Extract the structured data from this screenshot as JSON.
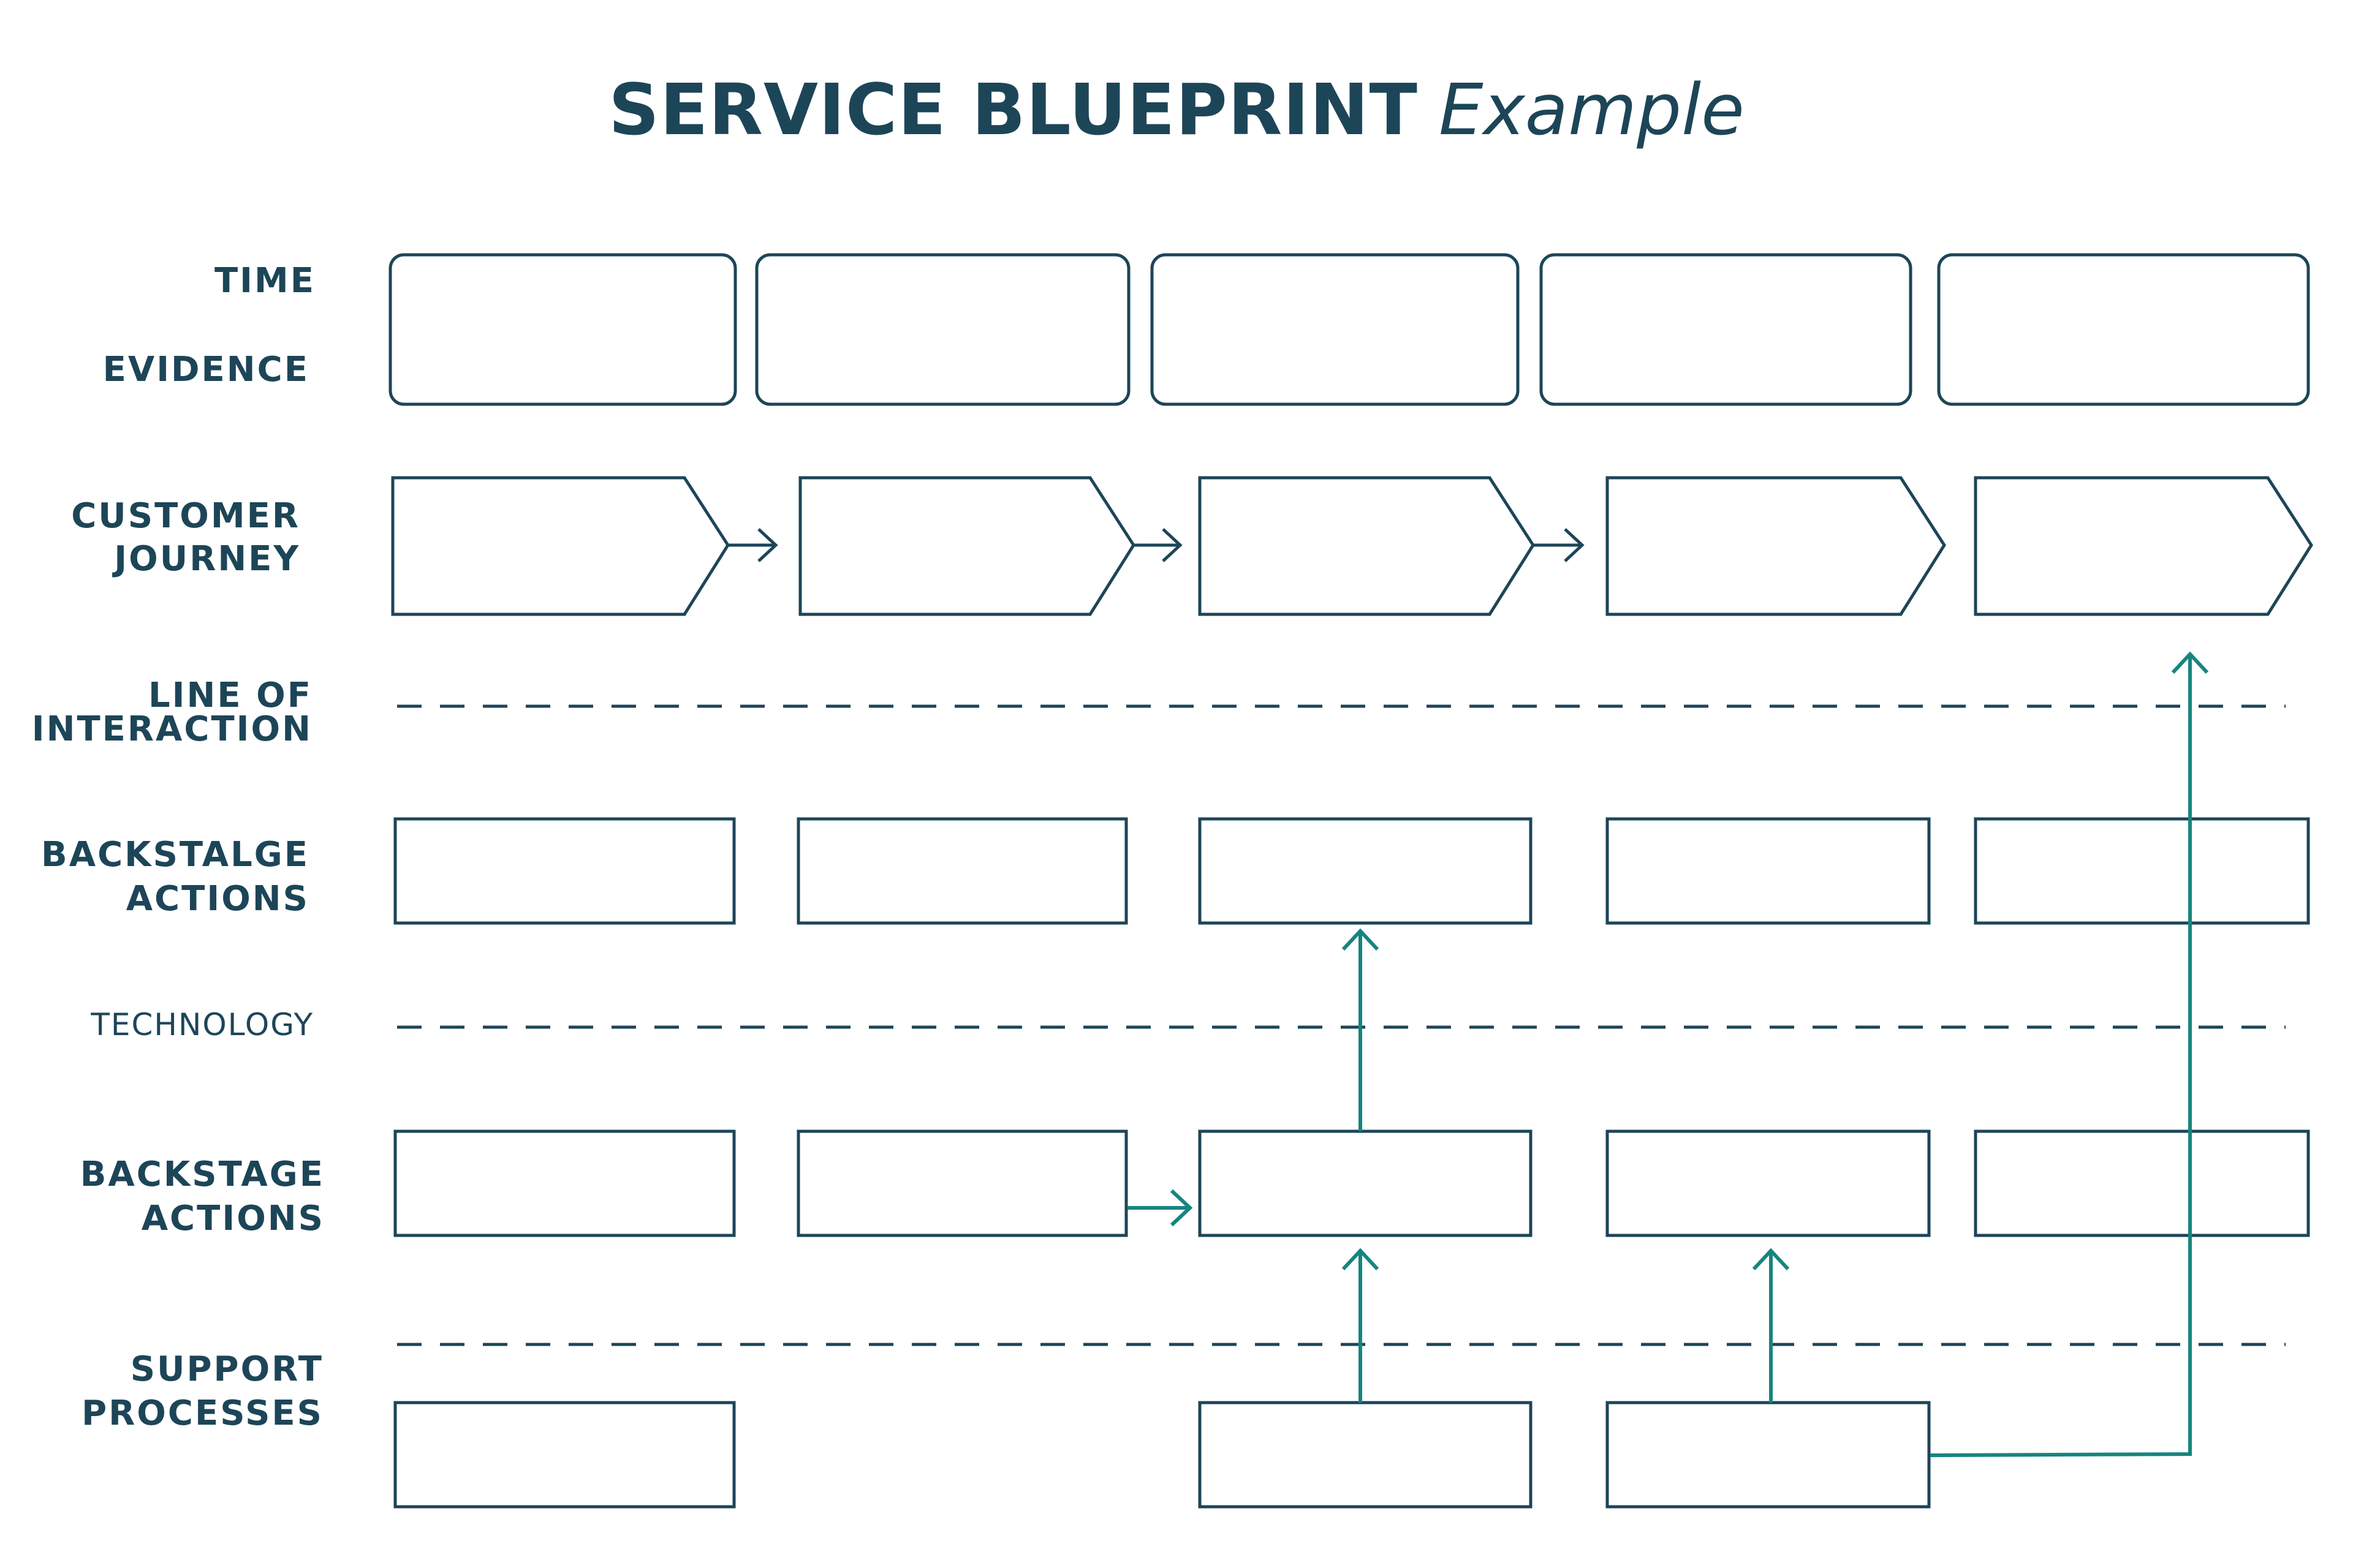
{
  "title": {
    "bold": "SERVICE BLUEPRINT",
    "italic": "Example"
  },
  "lanes": {
    "time": "TIME",
    "evidence": "EVIDENCE",
    "customer_journey": "CUSTOMER\nJOURNEY",
    "line_of_interaction": "LINE OF\nINTERACTION",
    "backstalge_actions": "BACKSTALGE\nACTIONS",
    "technology": "TECHNOLOGY",
    "backstage_actions": "BACKSTAGE\nACTIONS",
    "support_processes": "SUPPORT\nPROCESSES"
  },
  "colors": {
    "ink": "#1d4558",
    "accent": "#17857f",
    "background": "#ffffff"
  }
}
